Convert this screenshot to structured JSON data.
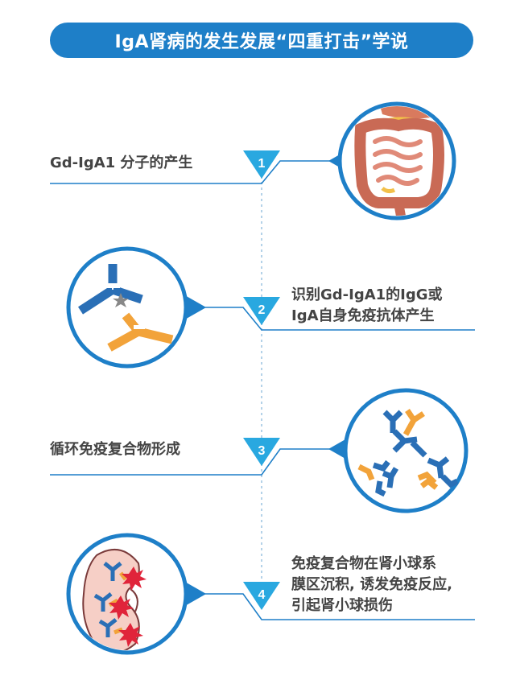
{
  "title": "IgA肾病的发生发展“四重打击”学说",
  "colors": {
    "accent_blue": "#1e7fc8",
    "light_blue": "#29a8e0",
    "antibody_blue": "#2a6fb6",
    "antibody_orange": "#f2a33a",
    "burst_red": "#e0243a",
    "text_gray": "#444444",
    "line_gray": "#9cc3e0"
  },
  "steps": [
    {
      "number": "1",
      "lines": [
        "Gd-IgA1 分子的产生"
      ],
      "icon": "intestine-icon"
    },
    {
      "number": "2",
      "lines": [
        "识别Gd-IgA1的IgG或",
        "IgA自身免疫抗体产生"
      ],
      "icon": "antibody-pair-icon"
    },
    {
      "number": "3",
      "lines": [
        "循环免疫复合物形成"
      ],
      "icon": "immune-complex-icon"
    },
    {
      "number": "4",
      "lines": [
        "免疫复合物在肾小球系",
        "膜区沉积, 诱发免疫反应,",
        "引起肾小球损伤"
      ],
      "icon": "kidney-deposition-icon"
    }
  ]
}
